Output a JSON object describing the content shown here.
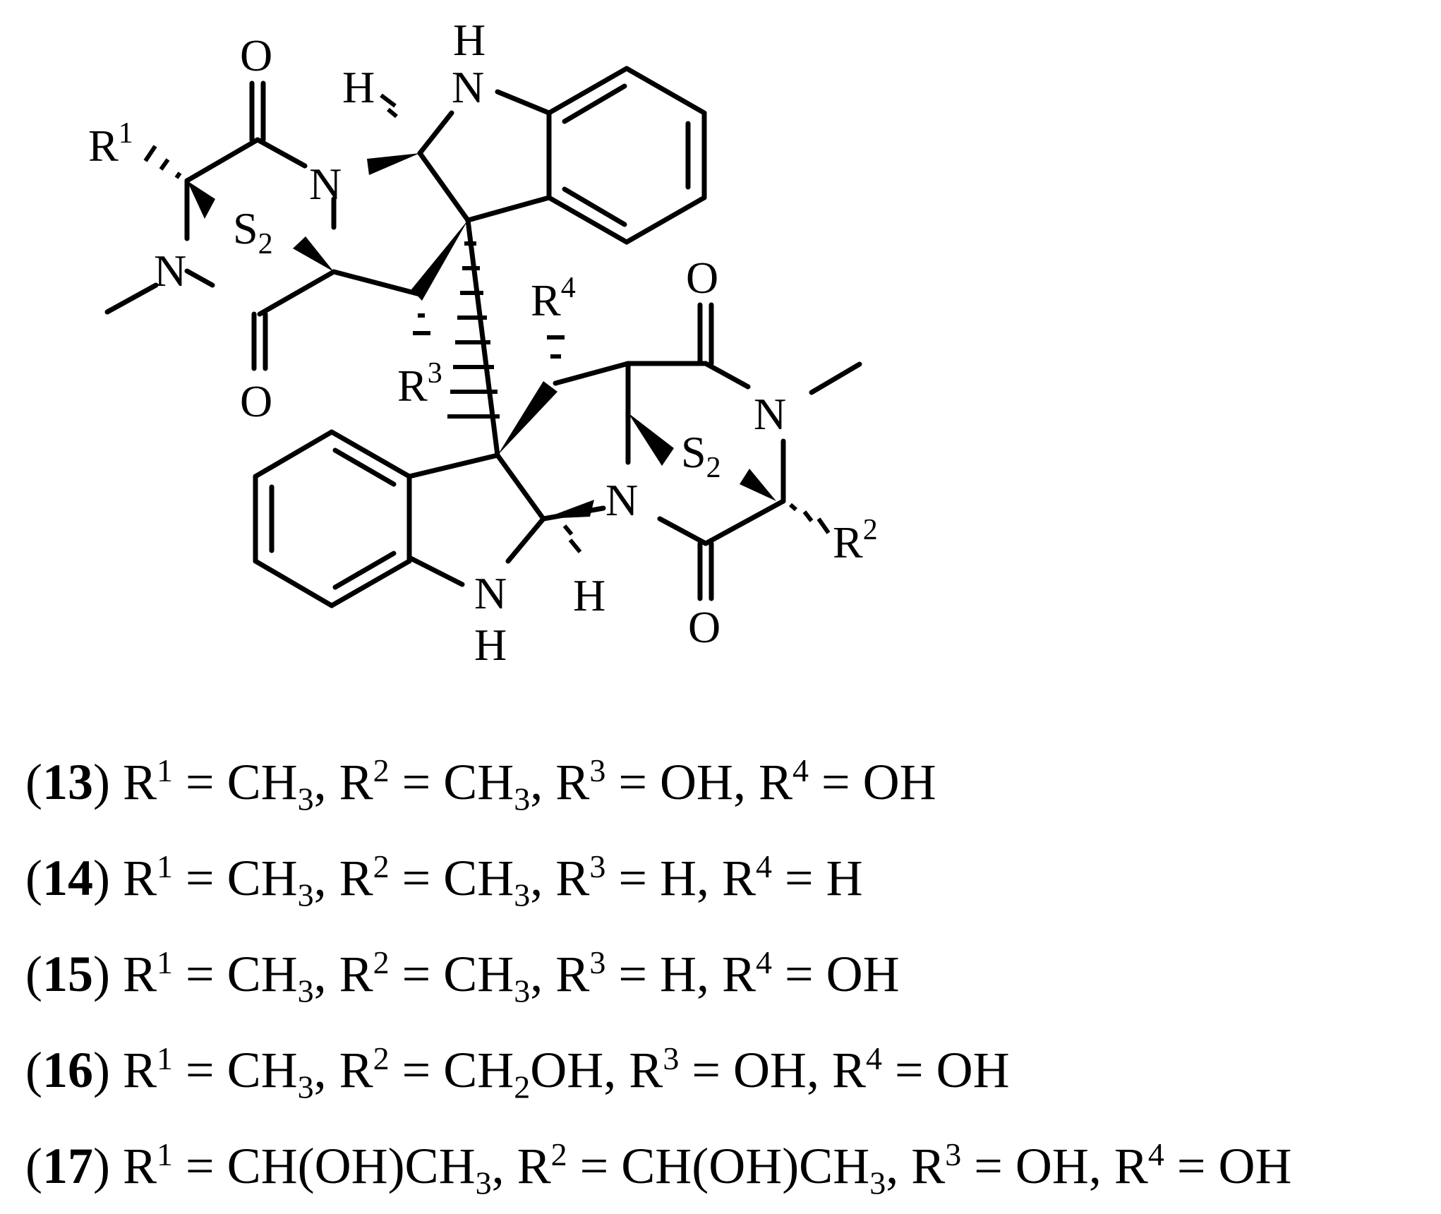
{
  "structure": {
    "atom_labels": {
      "O_top_left": "O",
      "O_bottom_left": "O",
      "O_top_right": "O",
      "O_bottom_right": "O",
      "N": "N",
      "H": "H",
      "S": "S",
      "S_subscript": "2",
      "R": "R",
      "R1_sup": "1",
      "R2_sup": "2",
      "R3_sup": "3",
      "R4_sup": "4"
    }
  },
  "legend": [
    {
      "compound": "13",
      "r1": "CH",
      "r1_sub": "3",
      "r1_tail": "",
      "r2": "CH",
      "r2_sub": "3",
      "r2_tail": "",
      "r3": "OH",
      "r4": "OH"
    },
    {
      "compound": "14",
      "r1": "CH",
      "r1_sub": "3",
      "r1_tail": "",
      "r2": "CH",
      "r2_sub": "3",
      "r2_tail": "",
      "r3": "H",
      "r4": "H"
    },
    {
      "compound": "15",
      "r1": "CH",
      "r1_sub": "3",
      "r1_tail": "",
      "r2": "CH",
      "r2_sub": "3",
      "r2_tail": "",
      "r3": "H",
      "r4": "OH"
    },
    {
      "compound": "16",
      "r1": "CH",
      "r1_sub": "3",
      "r1_tail": "",
      "r2": "CH",
      "r2_sub": "2",
      "r2_tail": "OH",
      "r3": "OH",
      "r4": "OH"
    },
    {
      "compound": "17",
      "r1": "CH(OH)CH",
      "r1_sub": "3",
      "r1_tail": "",
      "r2": "CH(OH)CH",
      "r2_sub": "3",
      "r2_tail": "",
      "r3": "OH",
      "r4": "OH"
    }
  ]
}
